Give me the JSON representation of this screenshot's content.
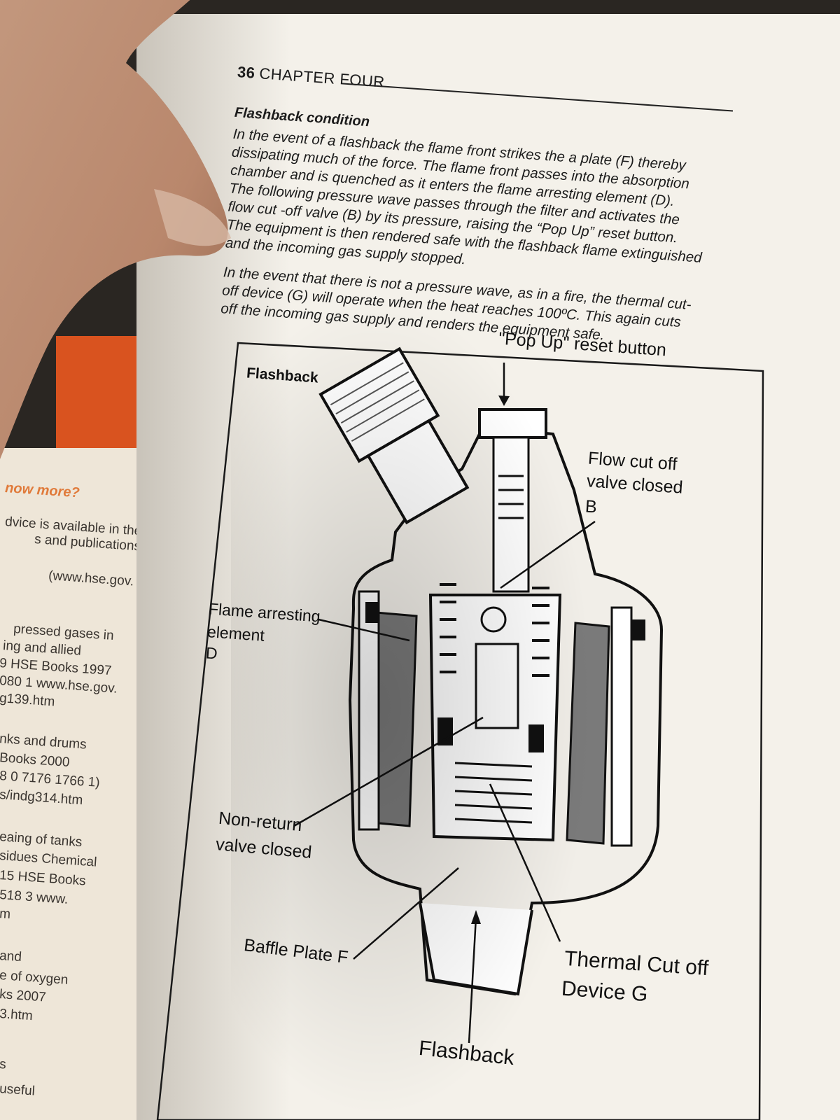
{
  "page": {
    "chapter_number": "36",
    "chapter_title": "CHAPTER FOUR",
    "section_title": "Flashback condition",
    "paragraph1": [
      "In the event of a flashback the flame front strikes the a plate (F) thereby",
      "dissipating much of the force. The flame front passes into the absorption",
      "chamber and is quenched as it enters the flame arresting element (D).",
      "The following pressure wave passes through the filter and activates the",
      "flow cut -off valve (B) by its pressure, raising the “Pop Up” reset button.",
      "The equipment is then rendered safe with the flashback flame extinguished",
      "and the incoming gas supply stopped."
    ],
    "paragraph2": [
      "In the event that there is not a pressure wave, as in a fire, the thermal cut-",
      "off device (G) will operate when the heat reaches 100ºC. This again cuts",
      "off the incoming gas supply and renders the equipment safe."
    ]
  },
  "figure": {
    "box_title": "Flashback",
    "label_popup": "\"Pop Up\" reset button",
    "label_flow_1": "Flow cut off",
    "label_flow_2": "valve closed",
    "label_flow_3": "B",
    "label_flame_1": "Flame arresting",
    "label_flame_2": "element",
    "label_flame_3": "D",
    "label_nonreturn_1": "Non-return",
    "label_nonreturn_2": "valve closed",
    "label_baffle": "Baffle Plate F",
    "label_thermal_1": "Thermal Cut off",
    "label_thermal_2": "Device G",
    "label_flashback": "Flashback"
  },
  "underlying_page": {
    "heading": "now more?",
    "lines": [
      "dvice is available in the",
      "s and publications:",
      "(www.hse.gov.",
      "pressed gases in",
      "ing and allied",
      "9 HSE Books 1997",
      "080 1 www.hse.gov.",
      "g139.htm",
      "nks and drums",
      "Books 2000",
      "8 0 7176 1766 1)",
      "s/indg314.htm",
      "eaing of tanks",
      "sidues Chemical",
      "15 HSE Books",
      "518 3 www.",
      "m",
      "and",
      "e of oxygen",
      "ks 2007",
      "3.htm",
      "s",
      "useful"
    ]
  }
}
